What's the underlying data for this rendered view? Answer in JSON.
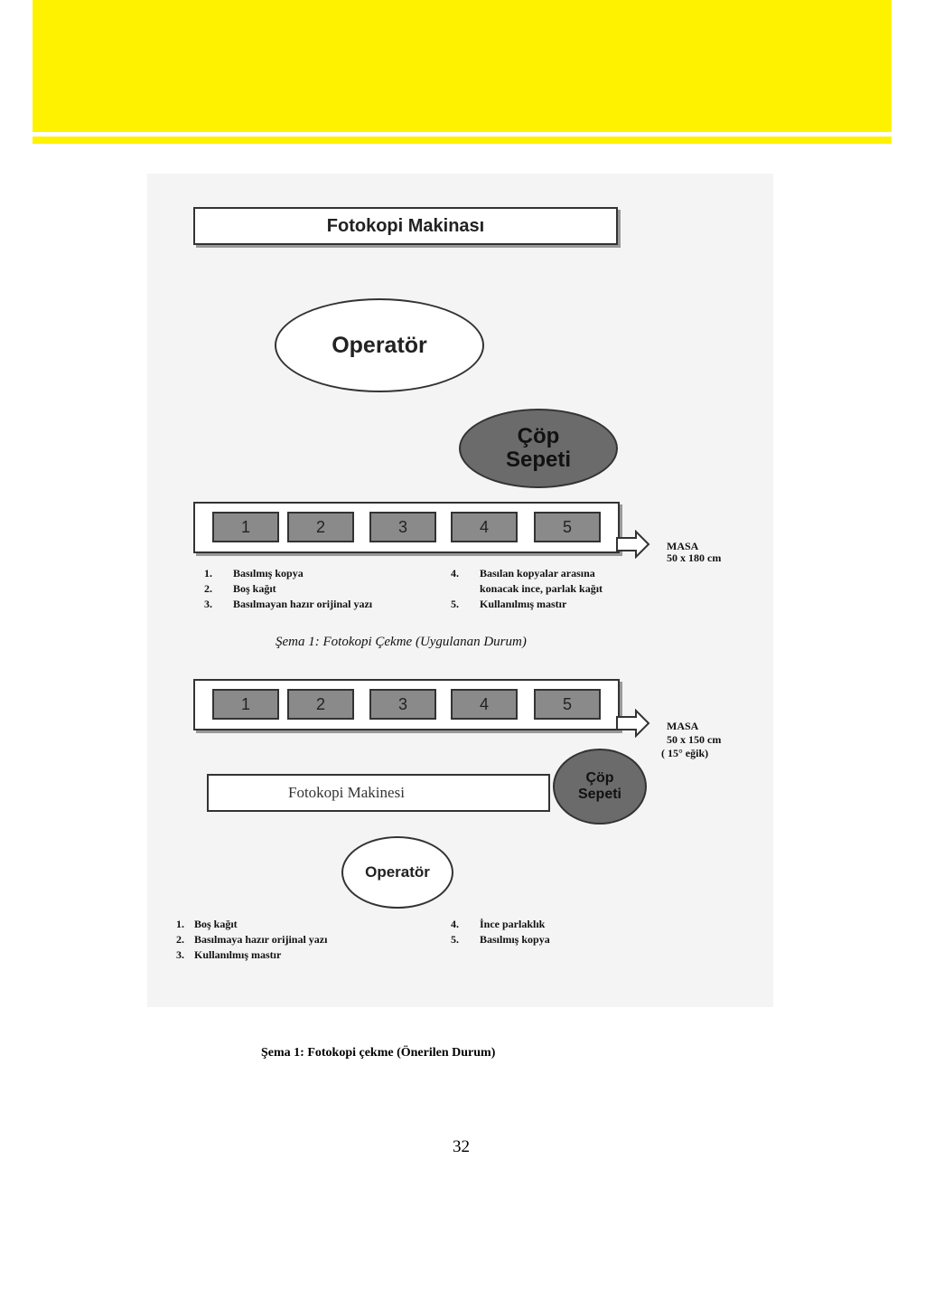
{
  "diagram_top": {
    "machine_label": "Fotokopi Makinası",
    "operator_label": "Operatör",
    "bin_label_line1": "Çöp",
    "bin_label_line2": "Sepeti",
    "slots": [
      "1",
      "2",
      "3",
      "4",
      "5"
    ],
    "table_label": "MASA",
    "table_size": "50 x 180 cm",
    "legend_left": [
      {
        "num": "1.",
        "text": "Basılmış kopya"
      },
      {
        "num": "2.",
        "text": "Boş kağıt"
      },
      {
        "num": "3.",
        "text": "Basılmayan hazır orijinal yazı"
      }
    ],
    "legend_right": [
      {
        "num": "4.",
        "text": "Basılan kopyalar arasına"
      },
      {
        "num": "",
        "text": "konacak ince, parlak kağıt"
      },
      {
        "num": "5.",
        "text": "Kullanılmış mastır"
      }
    ],
    "caption": "Şema 1: Fotokopi Çekme (Uygulanan Durum)"
  },
  "diagram_bottom": {
    "slots": [
      "1",
      "2",
      "3",
      "4",
      "5"
    ],
    "table_label": "MASA",
    "table_size": "50 x 150 cm",
    "table_tilt": "( 15° eğik)",
    "machine_label": "Fotokopi Makinesi",
    "bin_label_line1": "Çöp",
    "bin_label_line2": "Sepeti",
    "operator_label": "Operatör",
    "legend_left": [
      {
        "num": "1.",
        "text": "Boş kağıt"
      },
      {
        "num": "2.",
        "text": "Basılmaya hazır orijinal yazı"
      },
      {
        "num": "3.",
        "text": "Kullanılmış mastır"
      }
    ],
    "legend_right": [
      {
        "num": "4.",
        "text": "İnce parlaklık"
      },
      {
        "num": "5.",
        "text": "Basılmış kopya"
      }
    ]
  },
  "caption": "Şema 1: Fotokopi çekme (Önerilen Durum)",
  "page_number": "32"
}
